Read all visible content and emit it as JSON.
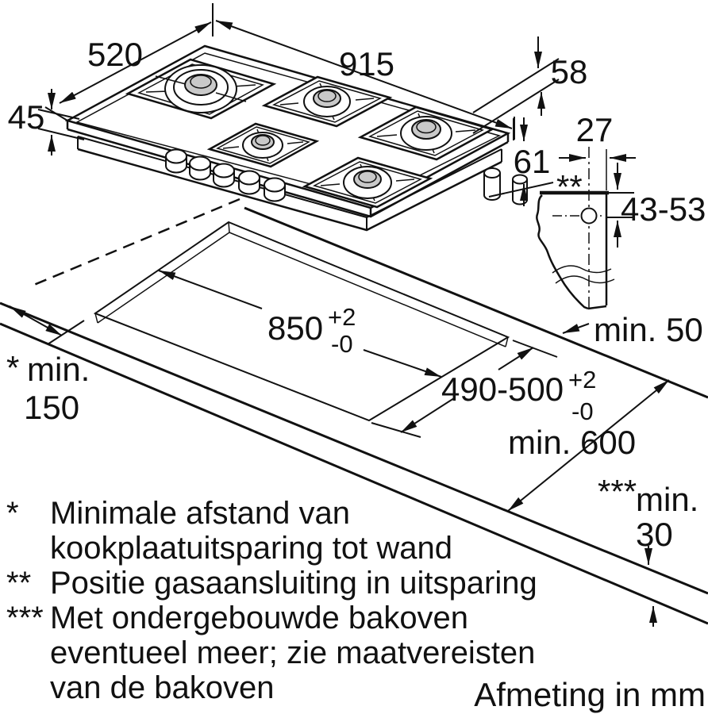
{
  "units_note": "Afmeting in mm",
  "colors": {
    "line": "#111111",
    "burner_cap": "#c9c9c9"
  },
  "dims": {
    "hob_depth": "520",
    "hob_width": "915",
    "hob_edge_height": "45",
    "hob_total_height": "58",
    "hob_below_height": "61",
    "gas_offset": "27",
    "gas_marker": "**",
    "gas_depth_range": "43-53",
    "cutout_width": "850",
    "cutout_width_tol_up": "+2",
    "cutout_width_tol_down": "-0",
    "cutout_depth": "490-500",
    "cutout_depth_tol_up": "+2",
    "cutout_depth_tol_down": "-0",
    "back_clearance": "min. 50",
    "wall_marker": "*",
    "wall_clearance_word": "min.",
    "wall_clearance_value": "150",
    "worktop_depth": "min. 600",
    "thickness_marker": "***",
    "thickness_word": "min.",
    "thickness_value": "30"
  },
  "footnotes": [
    {
      "marker": "*",
      "line1": "Minimale afstand van",
      "line2": "kookplaatuitsparing tot wand"
    },
    {
      "marker": "**",
      "line1": "Positie gasaansluiting in uitsparing"
    },
    {
      "marker": "***",
      "line1": "Met ondergebouwde bakoven",
      "line2": "eventueel meer; zie maatvereisten",
      "line3": "van de bakoven"
    }
  ]
}
